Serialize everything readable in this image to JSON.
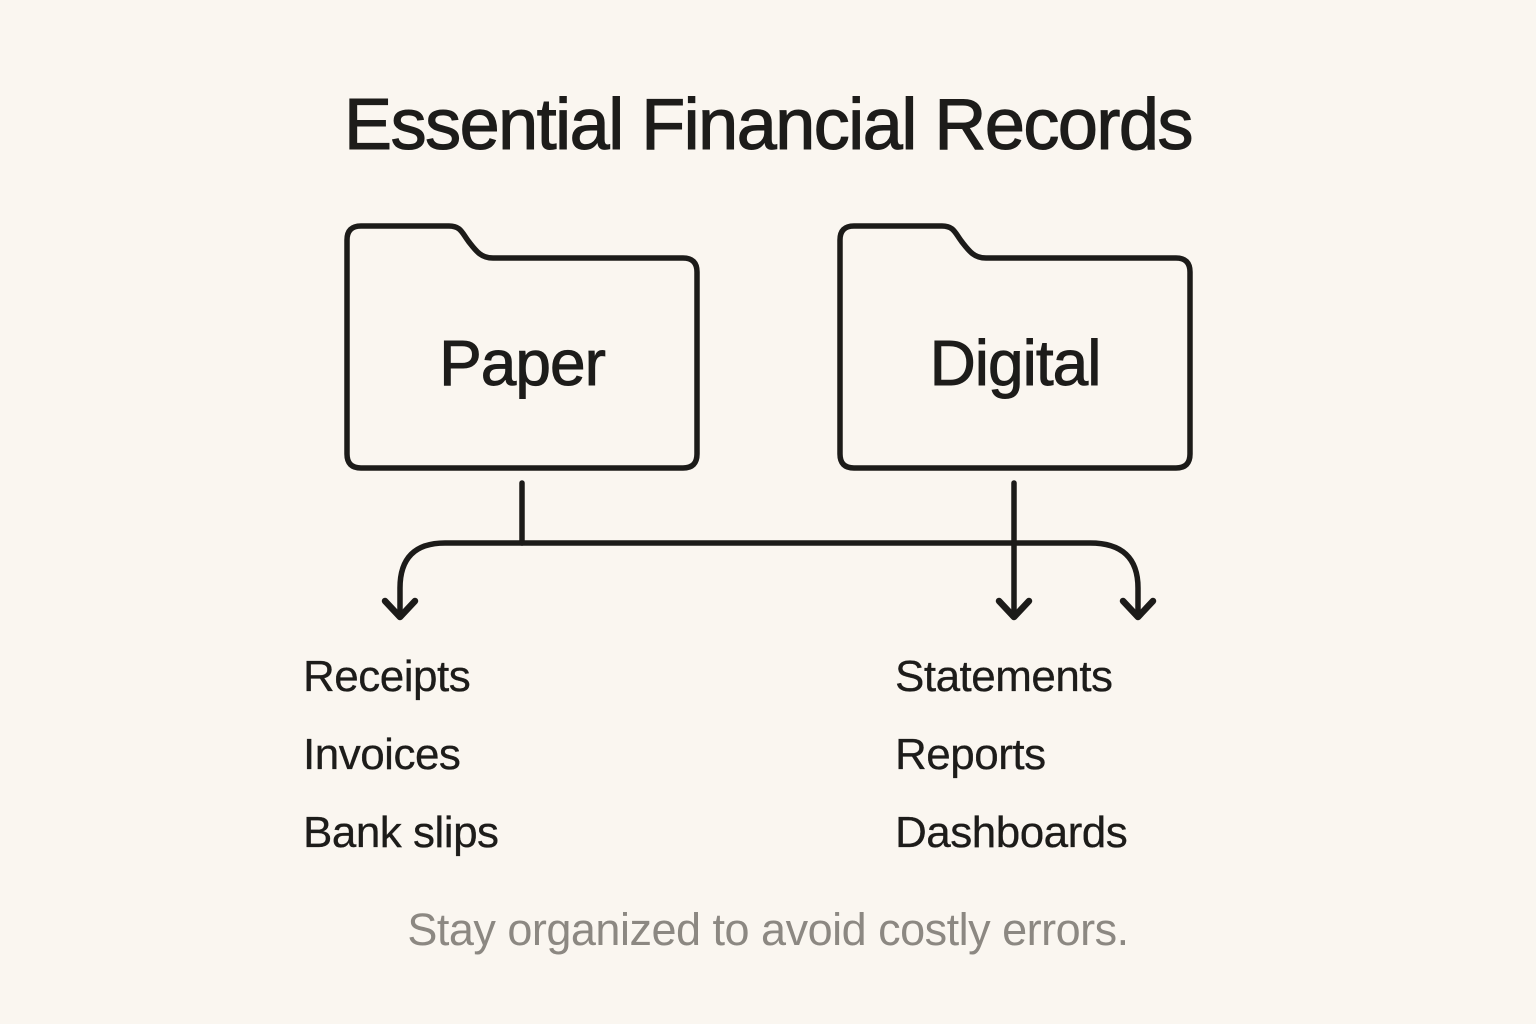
{
  "title": "Essential Financial Records",
  "subtitle": "Stay organized to avoid costly errors.",
  "folders": [
    {
      "label": "Paper",
      "items": [
        "Receipts",
        "Invoices",
        "Bank slips"
      ]
    },
    {
      "label": "Digital",
      "items": [
        "Statements",
        "Reports",
        "Dashboards"
      ]
    }
  ],
  "colors": {
    "background": "#FAF6F0",
    "line": "#1C1B19",
    "text": "#1D1C1A",
    "muted": "#8C8882"
  }
}
